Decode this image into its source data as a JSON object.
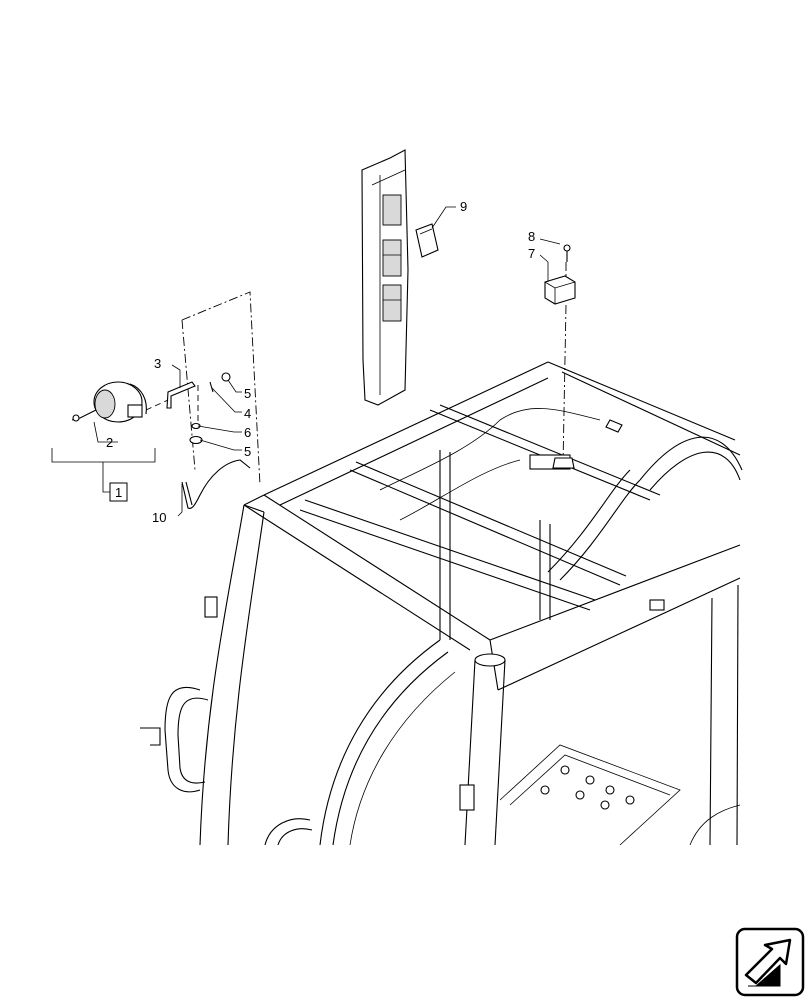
{
  "callouts": {
    "c1": "1",
    "c2": "2",
    "c3": "3",
    "c4": "4",
    "c5a": "5",
    "c5b": "5",
    "c6": "6",
    "c7": "7",
    "c8": "8",
    "c9": "9",
    "c10": "10"
  },
  "nav_icon": {
    "icon": "next-page-arrow-icon"
  }
}
